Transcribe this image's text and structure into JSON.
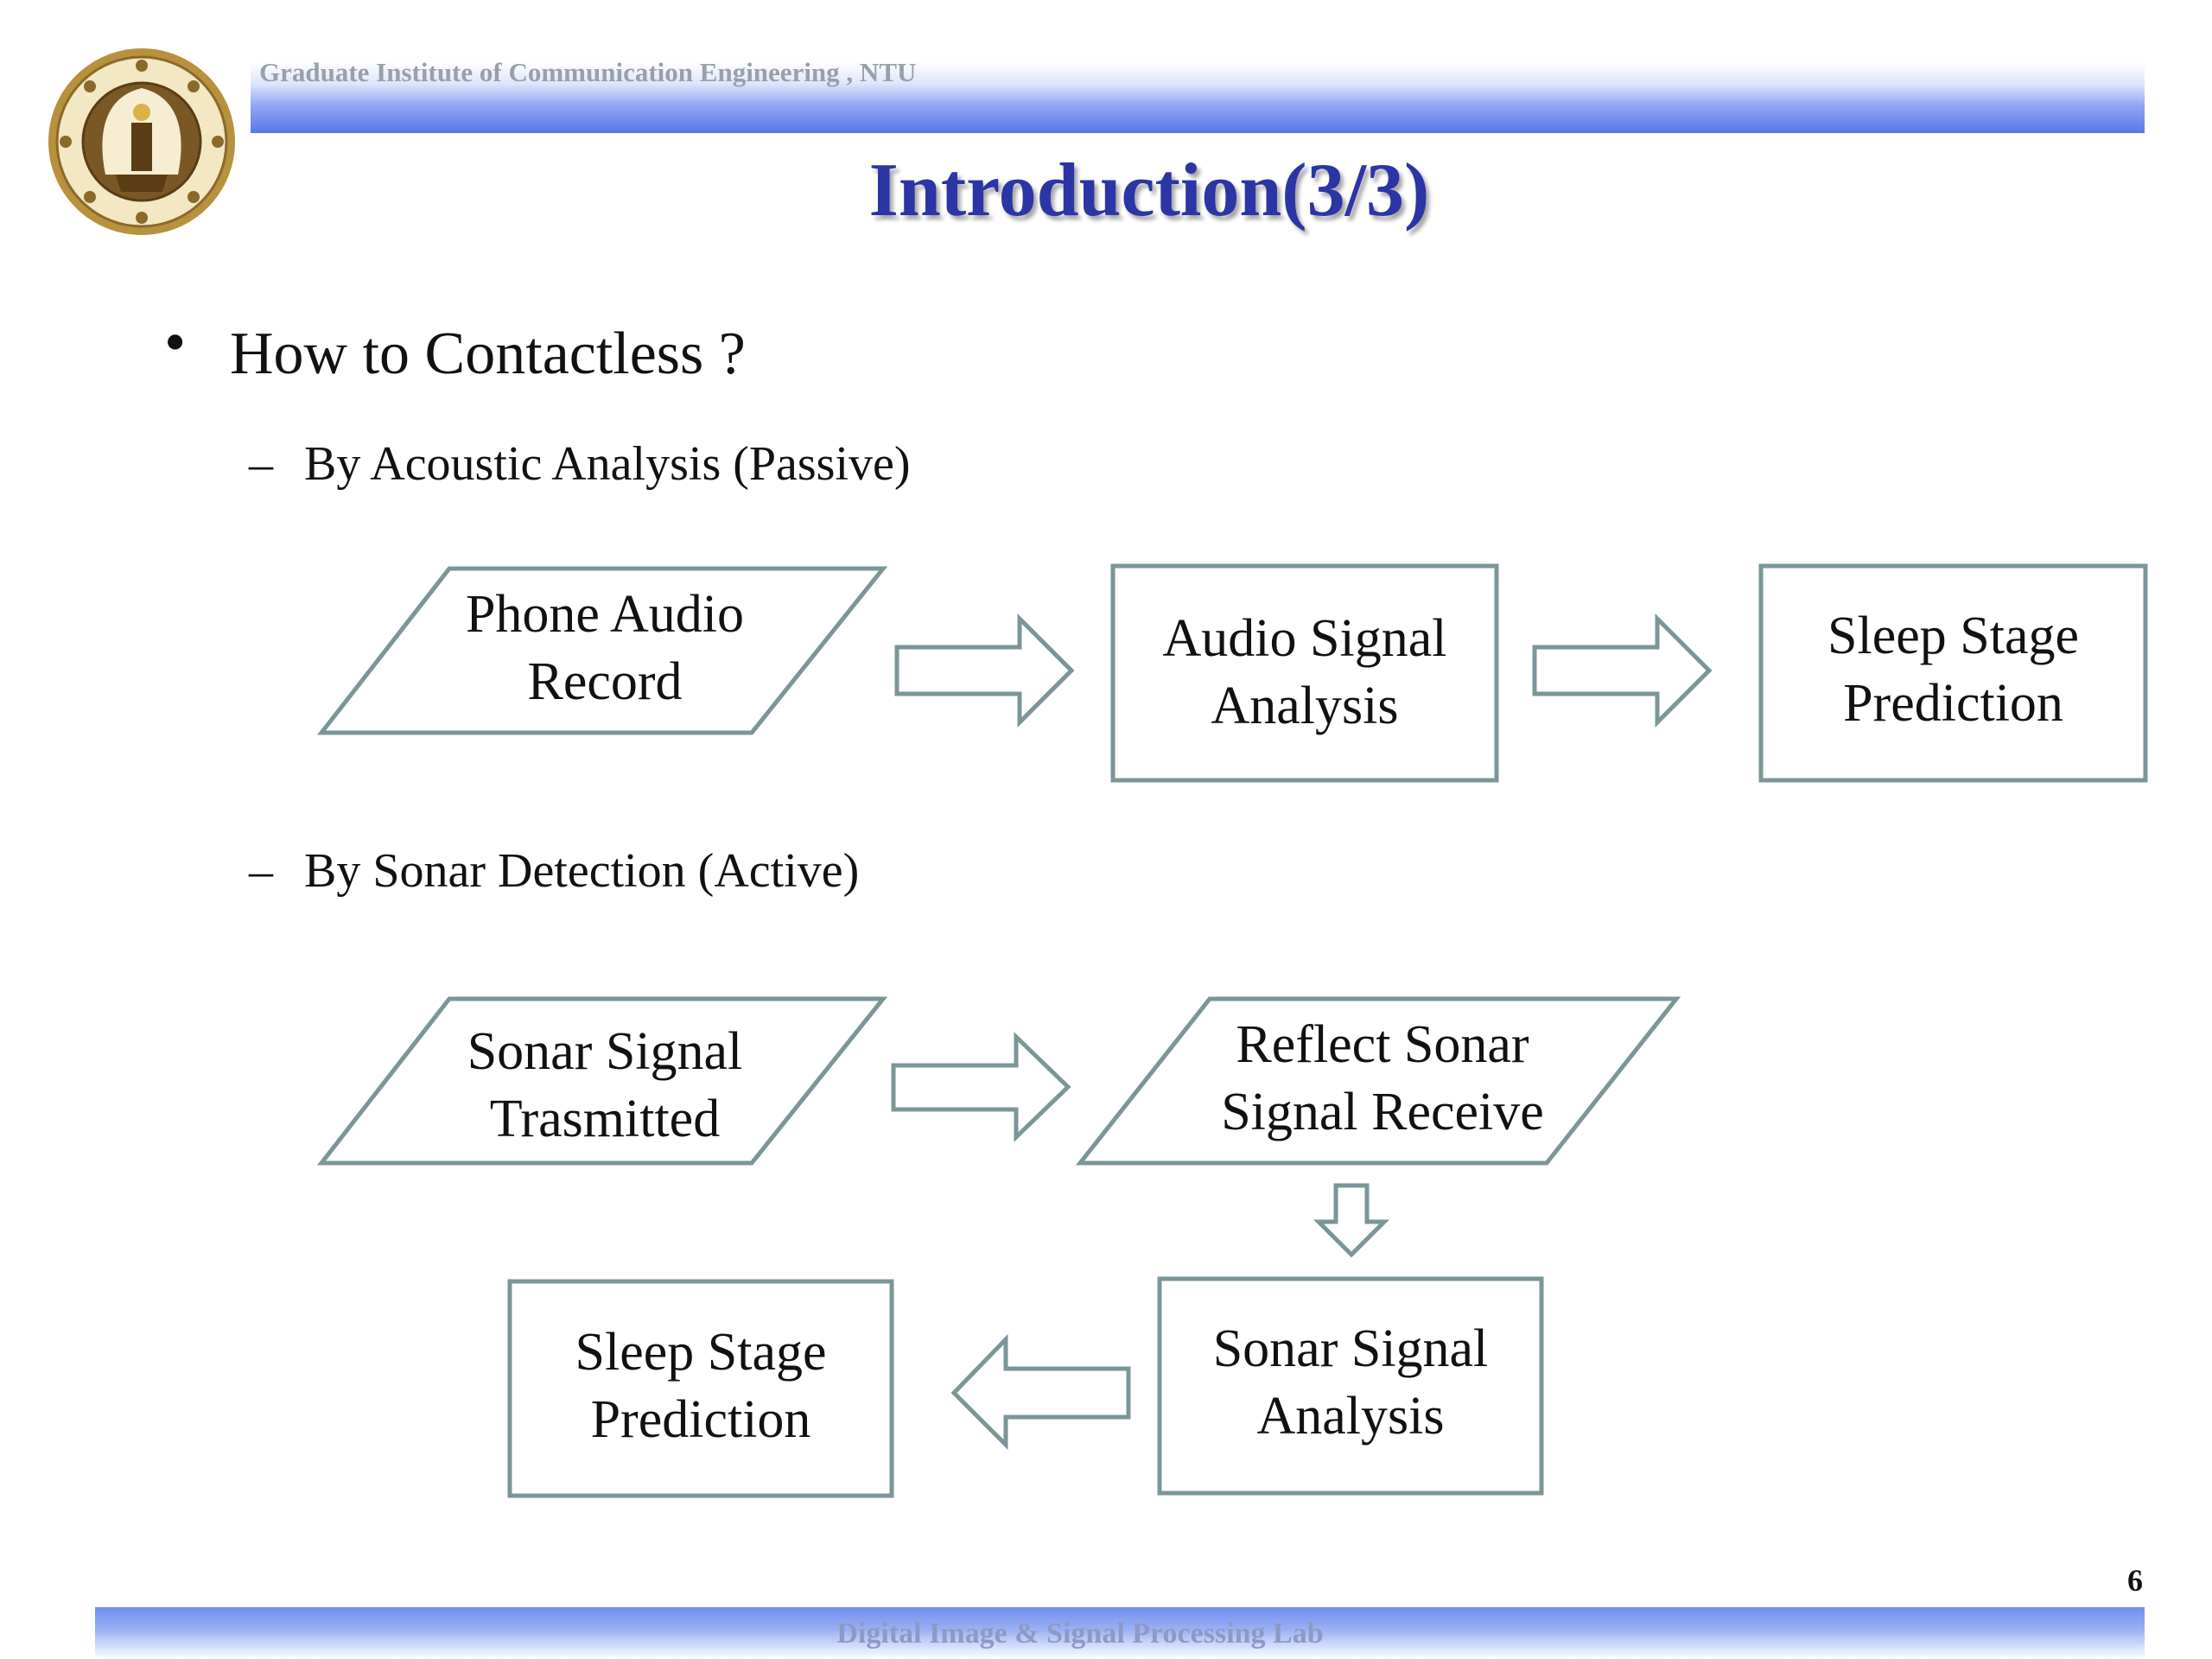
{
  "header": {
    "institute": "Graduate Institute of Communication Engineering , NTU",
    "logo_icon": "ntu-seal-icon"
  },
  "title": "Introduction(3/3)",
  "bullet": {
    "marker": "•",
    "text": "How to Contactless ?"
  },
  "sections": [
    {
      "dash": "–",
      "heading": "By Acoustic Analysis (Passive)",
      "nodes": [
        {
          "line1": "Phone Audio",
          "line2": "Record",
          "shape": "parallelogram"
        },
        {
          "line1": "Audio Signal",
          "line2": "Analysis",
          "shape": "rectangle"
        },
        {
          "line1": "Sleep Stage",
          "line2": "Prediction",
          "shape": "rectangle"
        }
      ]
    },
    {
      "dash": "–",
      "heading": "By Sonar Detection (Active)",
      "nodes": [
        {
          "line1": "Sonar Signal",
          "line2": "Trasmitted",
          "shape": "parallelogram"
        },
        {
          "line1": "Reflect Sonar",
          "line2": "Signal Receive",
          "shape": "parallelogram"
        },
        {
          "line1": "Sonar Signal",
          "line2": "Analysis",
          "shape": "rectangle"
        },
        {
          "line1": "Sleep Stage",
          "line2": "Prediction",
          "shape": "rectangle"
        }
      ]
    }
  ],
  "footer": {
    "page_number": "6",
    "lab": "Digital Image & Signal Processing Lab"
  },
  "colors": {
    "shape_stroke": "#7b9698",
    "title": "#2b35a5",
    "header_bar": "#5777e8"
  }
}
